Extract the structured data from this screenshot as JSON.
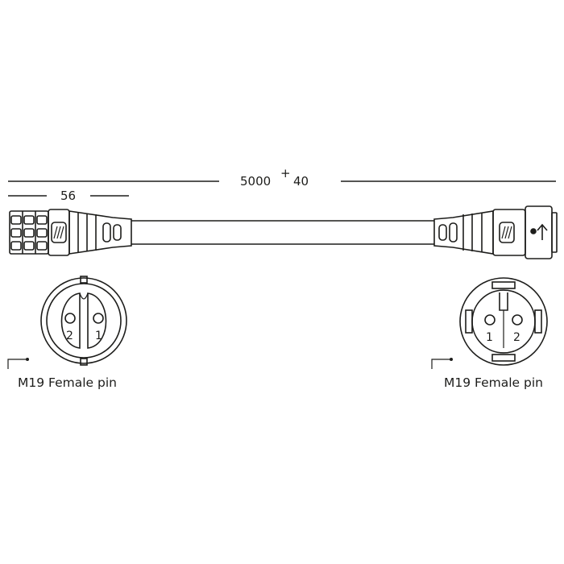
{
  "dimensions": {
    "total_length": "5000",
    "tolerance_sign": "+",
    "tolerance_value": "40",
    "connector_length": "56"
  },
  "connectors": {
    "left": {
      "label": "M19 Female pin",
      "pins": [
        "2",
        "1"
      ]
    },
    "right": {
      "label": "M19 Female pin",
      "pins": [
        "1",
        "2"
      ]
    }
  },
  "colors": {
    "line": "#1d1d1b",
    "background": "#ffffff"
  }
}
